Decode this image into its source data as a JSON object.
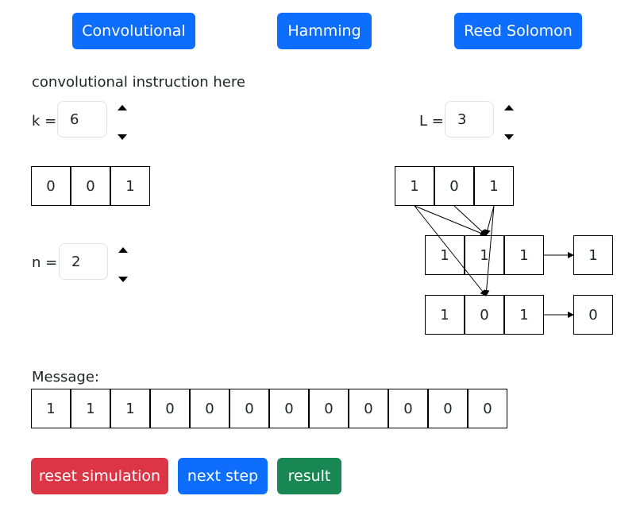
{
  "tabs": [
    {
      "label": "Convolutional"
    },
    {
      "label": "Hamming"
    },
    {
      "label": "Reed Solomon"
    }
  ],
  "instruction": "convolutional instruction here",
  "k": {
    "label": "k =",
    "value": "6"
  },
  "L": {
    "label": "L =",
    "value": "3"
  },
  "n": {
    "label": "n =",
    "value": "2"
  },
  "shift_register": [
    "0",
    "0",
    "1"
  ],
  "window": [
    "1",
    "0",
    "1"
  ],
  "generators": [
    {
      "bits": [
        "1",
        "1",
        "1"
      ],
      "output": "1"
    },
    {
      "bits": [
        "1",
        "0",
        "1"
      ],
      "output": "0"
    }
  ],
  "message": {
    "label": "Message:",
    "bits": [
      "1",
      "1",
      "1",
      "0",
      "0",
      "0",
      "0",
      "0",
      "0",
      "0",
      "0",
      "0"
    ]
  },
  "actions": {
    "reset": "reset simulation",
    "next": "next step",
    "result": "result"
  },
  "colors": {
    "primary": "#0d6efd",
    "danger": "#dc3545",
    "success": "#198754"
  }
}
